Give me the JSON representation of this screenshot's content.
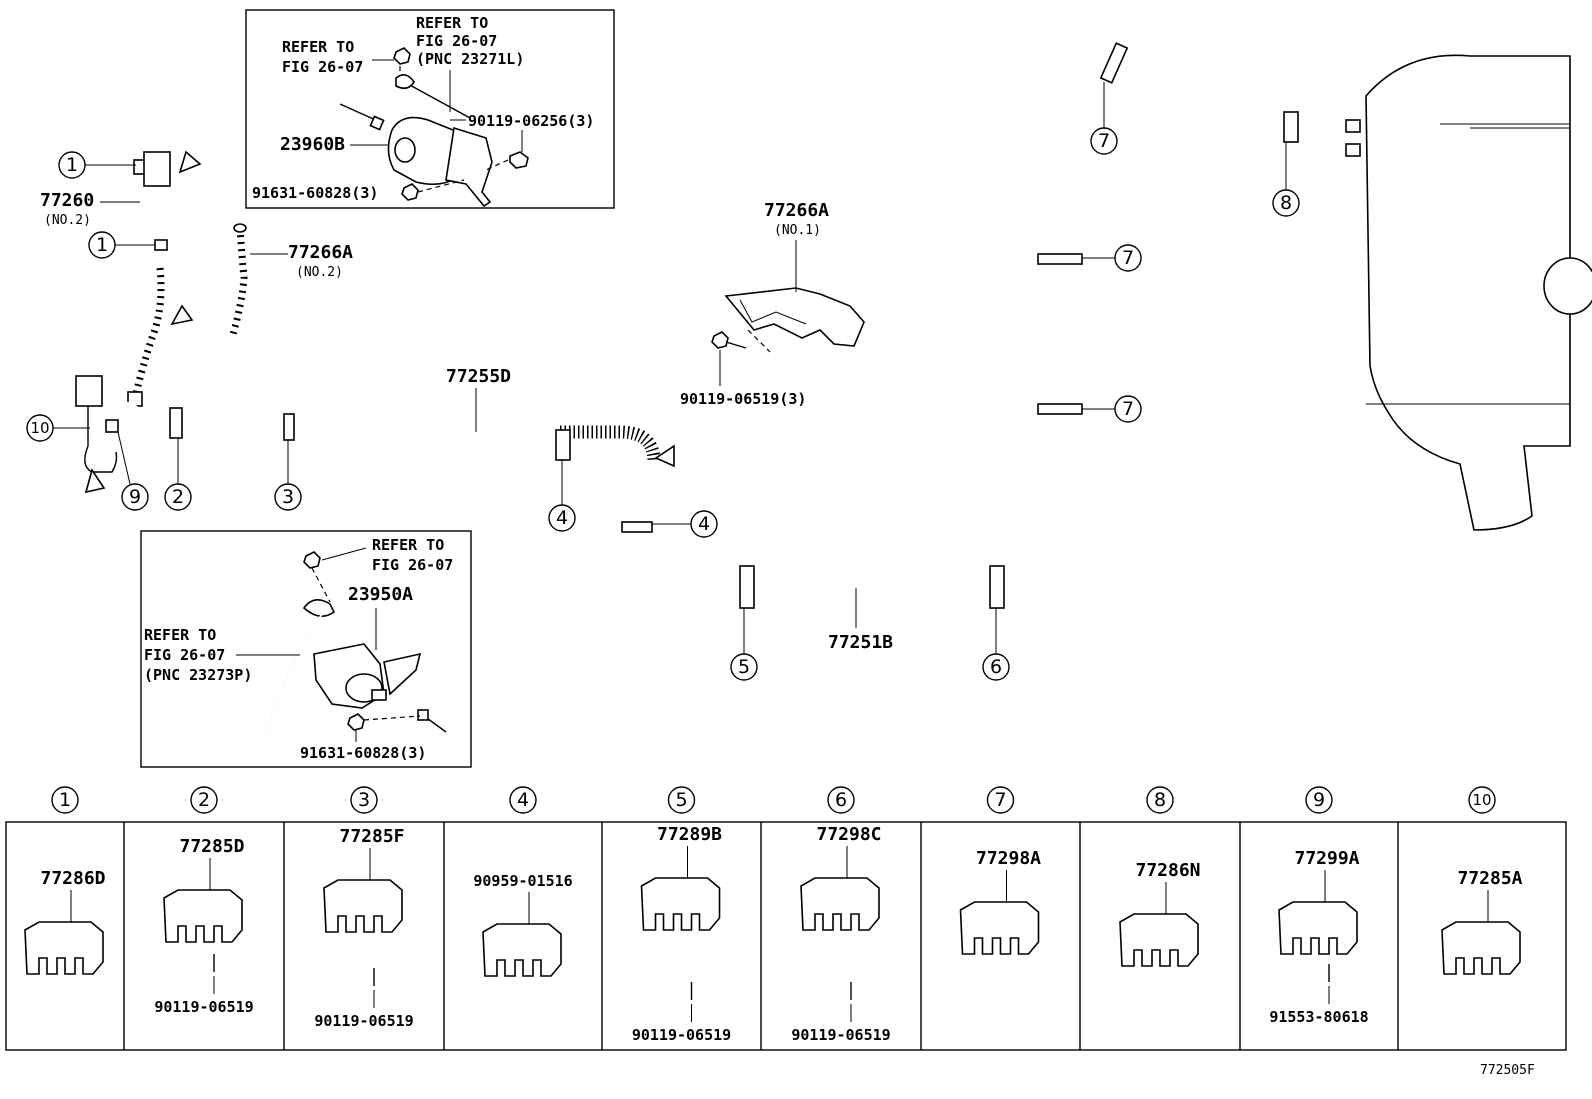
{
  "diagram_code": "772505F",
  "top_inset": {
    "refer1": [
      "REFER TO",
      "FIG 26-07"
    ],
    "refer2": [
      "REFER TO",
      "FIG 26-07",
      "(PNC 23271L)"
    ],
    "part": "23960B",
    "bolt": "90119-06256(3)",
    "screw": "91631-60828(3)"
  },
  "bottom_inset": {
    "refer1": [
      "REFER TO",
      "FIG 26-07"
    ],
    "refer2": [
      "REFER TO",
      "FIG 26-07",
      "(PNC 23273P)"
    ],
    "part": "23950A",
    "screw": "91631-60828(3)"
  },
  "main_labels": {
    "hose_no2_part": "77260",
    "hose_no2_sub": "(NO.2)",
    "protector_no2_part": "77266A",
    "protector_no2_sub": "(NO.2)",
    "protector_no1_part": "77266A",
    "protector_no1_sub": "(NO.1)",
    "bolt_protector": "90119-06519(3)",
    "tube_front": "77255D",
    "tube_rear": "77251B"
  },
  "callouts": [
    "1",
    "2",
    "3",
    "4",
    "5",
    "6",
    "7",
    "8",
    "9",
    "10"
  ],
  "clamp_table": [
    {
      "num": "1",
      "part": "77286D",
      "bolt": ""
    },
    {
      "num": "2",
      "part": "77285D",
      "bolt": "90119-06519"
    },
    {
      "num": "3",
      "part": "77285F",
      "bolt": "90119-06519"
    },
    {
      "num": "4",
      "part": "90959-01516",
      "bolt": ""
    },
    {
      "num": "5",
      "part": "77289B",
      "bolt": "90119-06519"
    },
    {
      "num": "6",
      "part": "77298C",
      "bolt": "90119-06519"
    },
    {
      "num": "7",
      "part": "77298A",
      "bolt": ""
    },
    {
      "num": "8",
      "part": "77286N",
      "bolt": ""
    },
    {
      "num": "9",
      "part": "77299A",
      "bolt": "91553-80618"
    },
    {
      "num": "10",
      "part": "77285A",
      "bolt": ""
    }
  ]
}
